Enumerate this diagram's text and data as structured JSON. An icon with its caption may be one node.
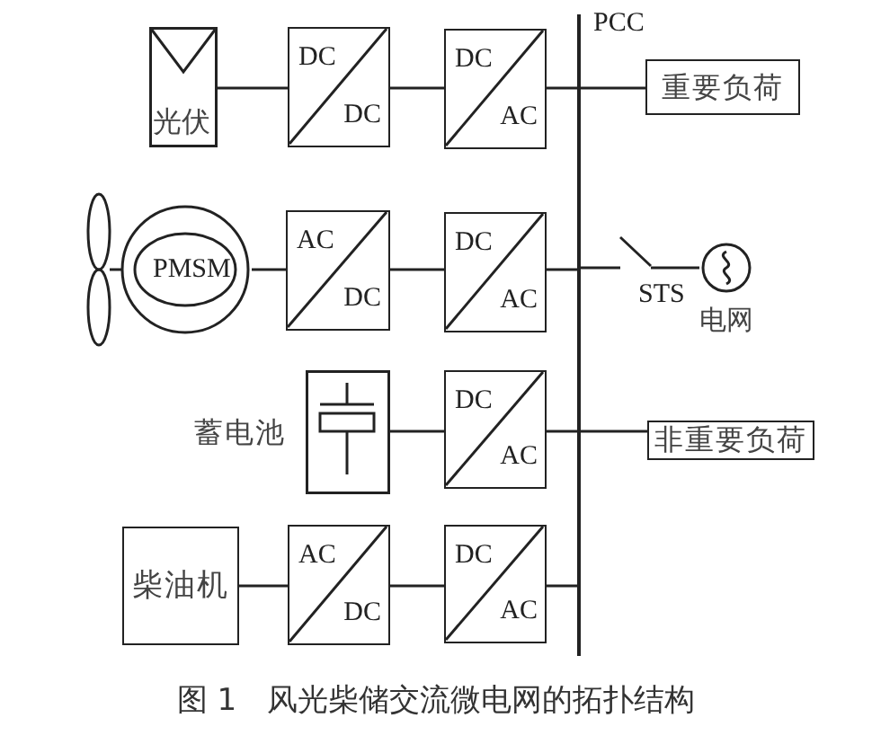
{
  "diagram": {
    "caption": "图 1　风光柴储交流微电网的拓扑结构",
    "nodes": [
      {
        "text": [
          "光伏"
        ]
      },
      {
        "text": [
          "DC",
          "DC"
        ]
      },
      {
        "text": [
          "DC",
          "AC"
        ]
      },
      {
        "text": [],
        "shape": "bar",
        "beside": [
          "PCC"
        ]
      },
      {
        "text": [
          "重要负荷"
        ]
      },
      {
        "text": [
          "PMSM"
        ]
      },
      {
        "text": [
          "AC",
          "DC"
        ]
      },
      {
        "text": [
          "DC",
          "AC"
        ]
      },
      {
        "text": [
          "STS"
        ]
      },
      {
        "text": [
          "电网"
        ]
      },
      {
        "text": [
          "蓄电池"
        ]
      },
      {
        "text": [
          "DC",
          "AC"
        ]
      },
      {
        "text": [
          "非重要负荷"
        ]
      },
      {
        "text": [
          "柴油机"
        ]
      },
      {
        "text": [
          "AC",
          "DC"
        ]
      },
      {
        "text": [
          "DC",
          "AC"
        ]
      }
    ],
    "edges": [
      {
        "from": 0,
        "to": 1,
        "arrow": "none"
      },
      {
        "from": 1,
        "to": 2,
        "arrow": "none"
      },
      {
        "from": 2,
        "to": 3,
        "arrow": "none"
      },
      {
        "from": 3,
        "to": 4,
        "arrow": "none"
      },
      {
        "from": 5,
        "to": 6,
        "arrow": "none"
      },
      {
        "from": 6,
        "to": 7,
        "arrow": "none"
      },
      {
        "from": 7,
        "to": 3,
        "arrow": "none"
      },
      {
        "from": 3,
        "to": 8,
        "arrow": "none"
      },
      {
        "from": 8,
        "to": 9,
        "arrow": "none"
      },
      {
        "from": 10,
        "to": 11,
        "arrow": "none"
      },
      {
        "from": 11,
        "to": 3,
        "arrow": "none"
      },
      {
        "from": 3,
        "to": 12,
        "arrow": "none"
      },
      {
        "from": 13,
        "to": 14,
        "arrow": "none"
      },
      {
        "from": 14,
        "to": 15,
        "arrow": "none"
      },
      {
        "from": 15,
        "to": 3,
        "arrow": "none"
      }
    ]
  }
}
